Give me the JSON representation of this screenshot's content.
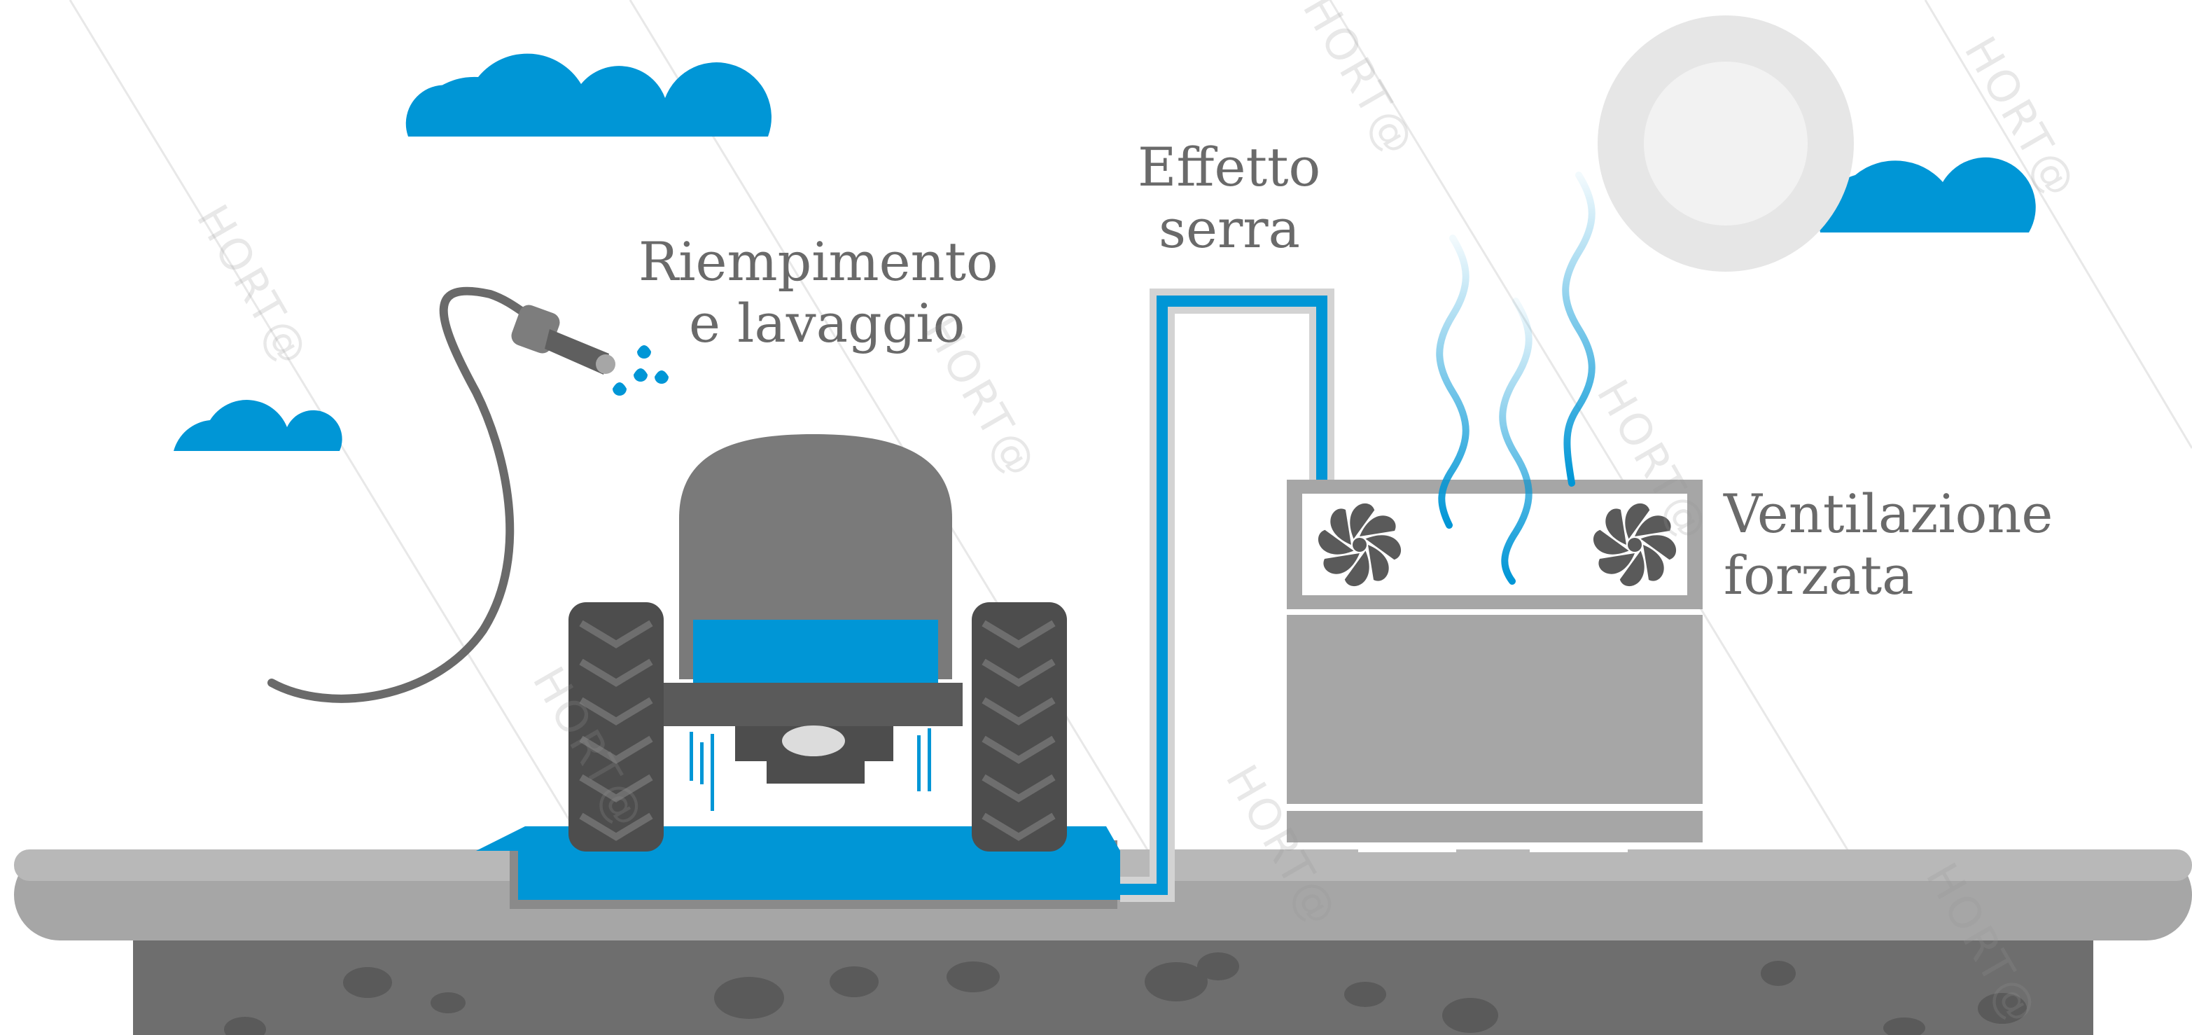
{
  "labels": {
    "filling": {
      "line1": "Riempimento",
      "line2": "e lavaggio"
    },
    "greenhouse": {
      "line1": "Effetto",
      "line2": "serra"
    },
    "ventilation": {
      "line1": "Ventilazione",
      "line2": "forzata"
    }
  },
  "watermark": "HORT@",
  "colors": {
    "blue": "#0096d6",
    "dark_gray": "#5a5a5a",
    "mid_gray": "#7a7a7a",
    "light_gray": "#a6a6a6",
    "ground": "#9c9c9c",
    "soil": "#6e6e6e",
    "sun": "#e3e3e3"
  }
}
